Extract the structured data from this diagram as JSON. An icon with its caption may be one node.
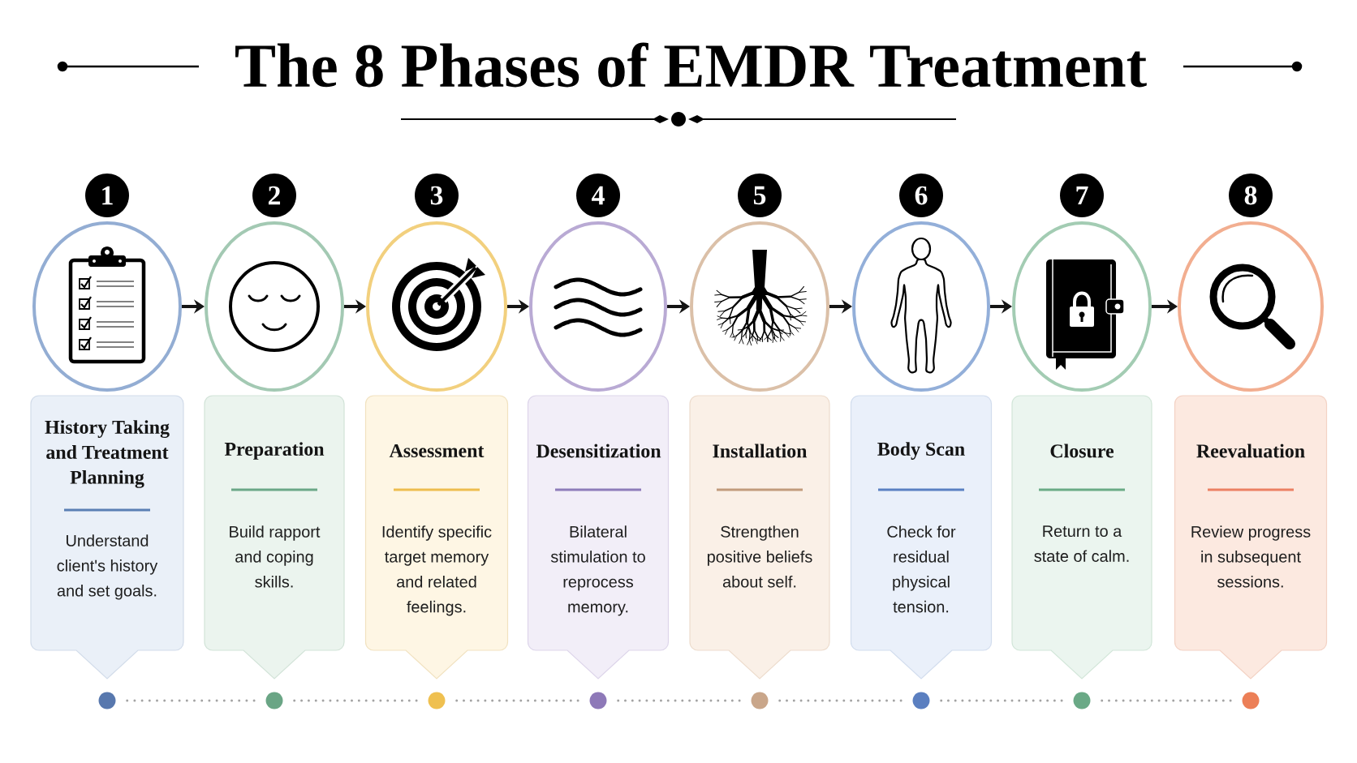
{
  "diagram": {
    "title": "The 8 Phases of EMDR Treatment",
    "nodes": [
      {
        "text": [
          "1"
        ]
      },
      {
        "text": [
          "2"
        ]
      },
      {
        "text": [
          "3"
        ]
      },
      {
        "text": [
          "4"
        ]
      },
      {
        "text": [
          "5"
        ]
      },
      {
        "text": [
          "6"
        ]
      },
      {
        "text": [
          "7"
        ]
      },
      {
        "text": [
          "8"
        ]
      },
      {
        "text": [],
        "shape": "circle"
      },
      {
        "text": [],
        "shape": "circle"
      },
      {
        "text": [],
        "shape": "circle"
      },
      {
        "text": [],
        "shape": "circle"
      },
      {
        "text": [],
        "shape": "circle"
      },
      {
        "text": [],
        "shape": "circle"
      },
      {
        "text": [],
        "shape": "circle"
      },
      {
        "text": [],
        "shape": "circle"
      },
      {
        "text": [
          "History Taking and Treatment Planning",
          "Understand client's history and set goals."
        ]
      },
      {
        "text": [
          "Preparation",
          "Build rapport and coping skills."
        ]
      },
      {
        "text": [
          "Assessment",
          "Identify specific target memory and related feelings."
        ]
      },
      {
        "text": [
          "Desensitization",
          "Bilateral stimulation to reprocess memory."
        ]
      },
      {
        "text": [
          "Installation",
          "Strengthen positive beliefs about self."
        ]
      },
      {
        "text": [
          "Body Scan",
          "Check for residual physical tension."
        ]
      },
      {
        "text": [
          "Closure",
          "Return to a state of calm."
        ]
      },
      {
        "text": [
          "Reevaluation",
          "Review progress in subsequent sessions."
        ]
      },
      {
        "text": [],
        "shape": "circle"
      },
      {
        "text": [],
        "shape": "circle"
      },
      {
        "text": [],
        "shape": "circle"
      },
      {
        "text": [],
        "shape": "circle"
      },
      {
        "text": [],
        "shape": "circle"
      },
      {
        "text": [],
        "shape": "circle"
      },
      {
        "text": [],
        "shape": "circle"
      },
      {
        "text": [],
        "shape": "circle"
      }
    ],
    "edges": [
      {
        "from": 8,
        "to": 9,
        "arrow": "to"
      },
      {
        "from": 9,
        "to": 10,
        "arrow": "to"
      },
      {
        "from": 10,
        "to": 11,
        "arrow": "to"
      },
      {
        "from": 11,
        "to": 12,
        "arrow": "to"
      },
      {
        "from": 12,
        "to": 13,
        "arrow": "to"
      },
      {
        "from": 13,
        "to": 14,
        "arrow": "to"
      },
      {
        "from": 14,
        "to": 15,
        "arrow": "to"
      },
      {
        "from": 24,
        "to": 25,
        "arrow": "none",
        "style": "dashed",
        "color": "#a3a3a3"
      },
      {
        "from": 25,
        "to": 26,
        "arrow": "none",
        "style": "dashed",
        "color": "#a3a3a3"
      },
      {
        "from": 26,
        "to": 27,
        "arrow": "none",
        "style": "dashed",
        "color": "#a3a3a3"
      },
      {
        "from": 27,
        "to": 28,
        "arrow": "none",
        "style": "dashed",
        "color": "#a3a3a3"
      },
      {
        "from": 28,
        "to": 29,
        "arrow": "none",
        "style": "dashed",
        "color": "#a3a3a3"
      },
      {
        "from": 29,
        "to": 30,
        "arrow": "none",
        "style": "dashed",
        "color": "#a3a3a3"
      },
      {
        "from": 30,
        "to": 31,
        "arrow": "none",
        "style": "dashed",
        "color": "#a3a3a3"
      }
    ]
  }
}
